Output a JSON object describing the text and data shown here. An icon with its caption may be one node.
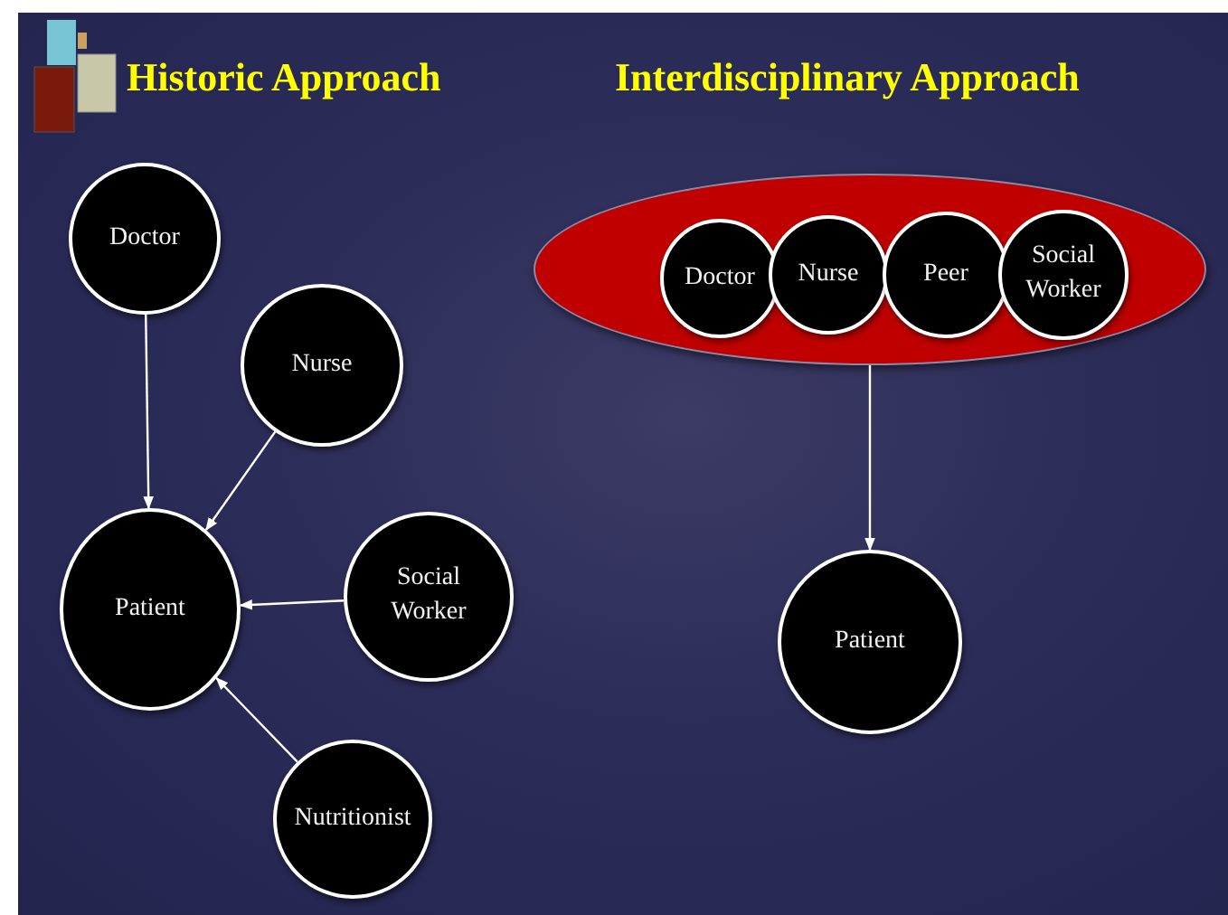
{
  "diagram": {
    "nodes": [
      {
        "text": [
          "Doctor"
        ]
      },
      {
        "text": [
          "Nurse"
        ]
      },
      {
        "text": [
          "Patient"
        ]
      },
      {
        "text": [
          "Social Worker"
        ]
      },
      {
        "text": [
          "Nutritionist"
        ]
      },
      {
        "text": [],
        "shape": "ellipse"
      },
      {
        "text": [
          "Doctor"
        ],
        "in": 5
      },
      {
        "text": [
          "Nurse"
        ],
        "in": 5
      },
      {
        "text": [
          "Peer"
        ],
        "in": 5
      },
      {
        "text": [
          "Social Worker"
        ],
        "in": 5
      },
      {
        "text": [
          "Patient"
        ]
      }
    ],
    "edges": [
      {
        "from": 0,
        "to": 2,
        "arrow": "to"
      },
      {
        "from": 1,
        "to": 2,
        "arrow": "to"
      },
      {
        "from": 3,
        "to": 2,
        "arrow": "to"
      },
      {
        "from": 4,
        "to": 2,
        "arrow": "to"
      },
      {
        "from": 5,
        "to": 10,
        "arrow": "to"
      }
    ],
    "labels": [
      "Historic Approach",
      "Interdisciplinary Approach"
    ]
  }
}
